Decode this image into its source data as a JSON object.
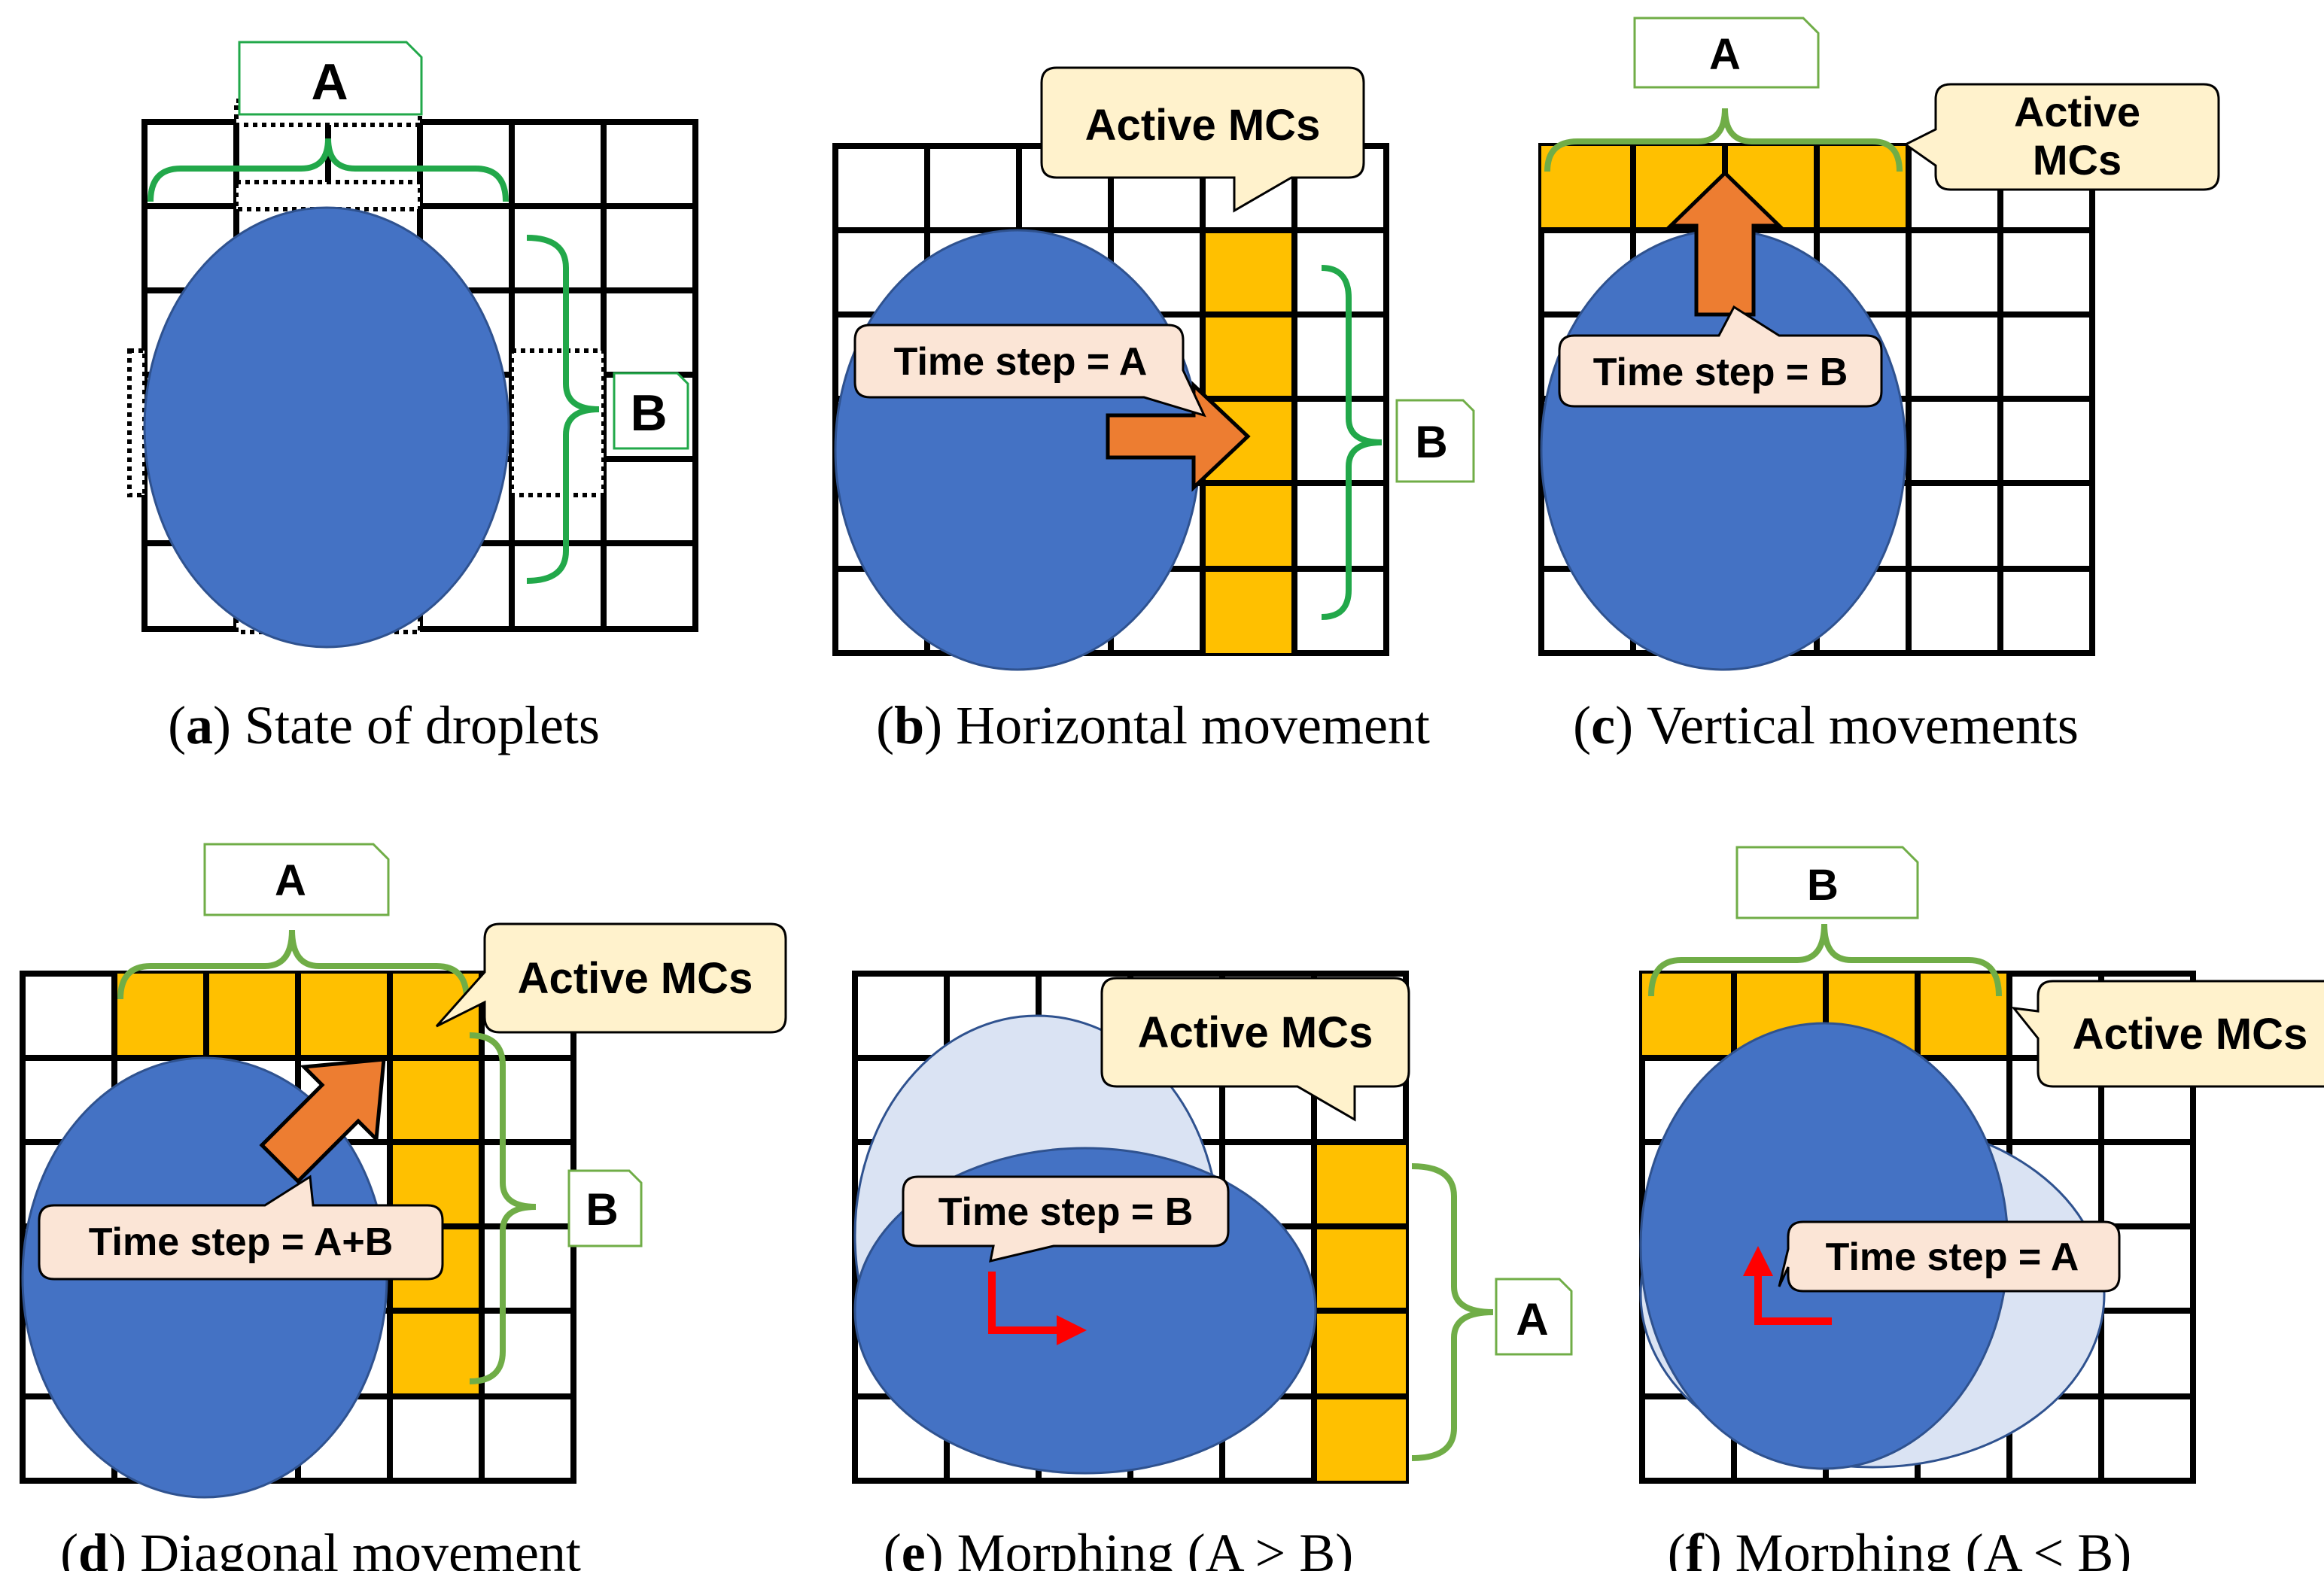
{
  "colors": {
    "droplet": "#4472C4",
    "droplet_ghost": "#DAE3F3",
    "active_cell": "#FFC000",
    "arrow": "#ED7D31",
    "brace": "#70AD47",
    "callout_fill": "#FFF2CC",
    "timestep_fill": "#FBE5D6",
    "morph_arrow": "#FF0000",
    "grid": "#000000"
  },
  "panels": [
    {
      "id": "a",
      "caption_letter": "a",
      "caption_text": "State of droplets",
      "labels": {
        "top_dim": "A",
        "side_dim": "B"
      }
    },
    {
      "id": "b",
      "caption_letter": "b",
      "caption_text": "Horizontal movement",
      "labels": {
        "callout": "Active MCs",
        "timestep": "Time step = A",
        "side_dim": "B"
      }
    },
    {
      "id": "c",
      "caption_letter": "c",
      "caption_text": "Vertical movements",
      "labels": {
        "top_dim": "A",
        "callout_line1": "Active",
        "callout_line2": "MCs",
        "timestep": "Time step = B"
      }
    },
    {
      "id": "d",
      "caption_letter": "d",
      "caption_text": "Diagonal movement",
      "labels": {
        "top_dim": "A",
        "callout": "Active MCs",
        "timestep": "Time step = A+B",
        "side_dim": "B"
      }
    },
    {
      "id": "e",
      "caption_letter": "e",
      "caption_text": "Morphing (A > B)",
      "labels": {
        "callout": "Active MCs",
        "timestep": "Time step = B",
        "side_dim": "A"
      }
    },
    {
      "id": "f",
      "caption_letter": "f",
      "caption_text": "Morphing (A < B)",
      "labels": {
        "top_dim": "B",
        "callout": "Active MCs",
        "timestep": "Time step = A"
      }
    }
  ]
}
